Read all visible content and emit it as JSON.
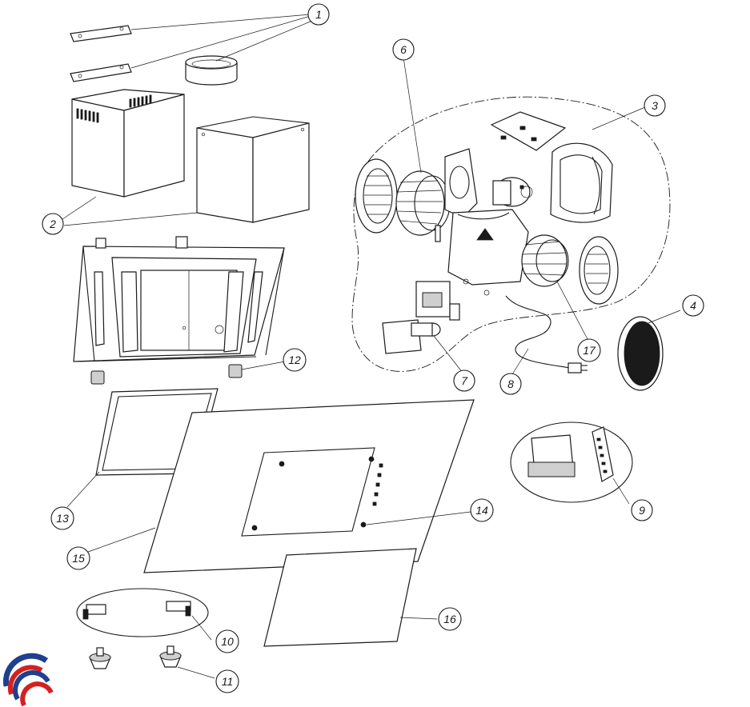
{
  "callouts": [
    {
      "id": "1",
      "label": "1"
    },
    {
      "id": "2",
      "label": "2"
    },
    {
      "id": "3",
      "label": "3"
    },
    {
      "id": "4",
      "label": "4"
    },
    {
      "id": "6",
      "label": "6"
    },
    {
      "id": "7",
      "label": "7"
    },
    {
      "id": "8",
      "label": "8"
    },
    {
      "id": "9",
      "label": "9"
    },
    {
      "id": "10",
      "label": "10"
    },
    {
      "id": "11",
      "label": "11"
    },
    {
      "id": "12",
      "label": "12"
    },
    {
      "id": "13",
      "label": "13"
    },
    {
      "id": "14",
      "label": "14"
    },
    {
      "id": "15",
      "label": "15"
    },
    {
      "id": "16",
      "label": "16"
    },
    {
      "id": "17",
      "label": "17"
    }
  ],
  "logo": {
    "name": "brand-logo",
    "colors": [
      "#1f3f8f",
      "#d52020"
    ]
  }
}
